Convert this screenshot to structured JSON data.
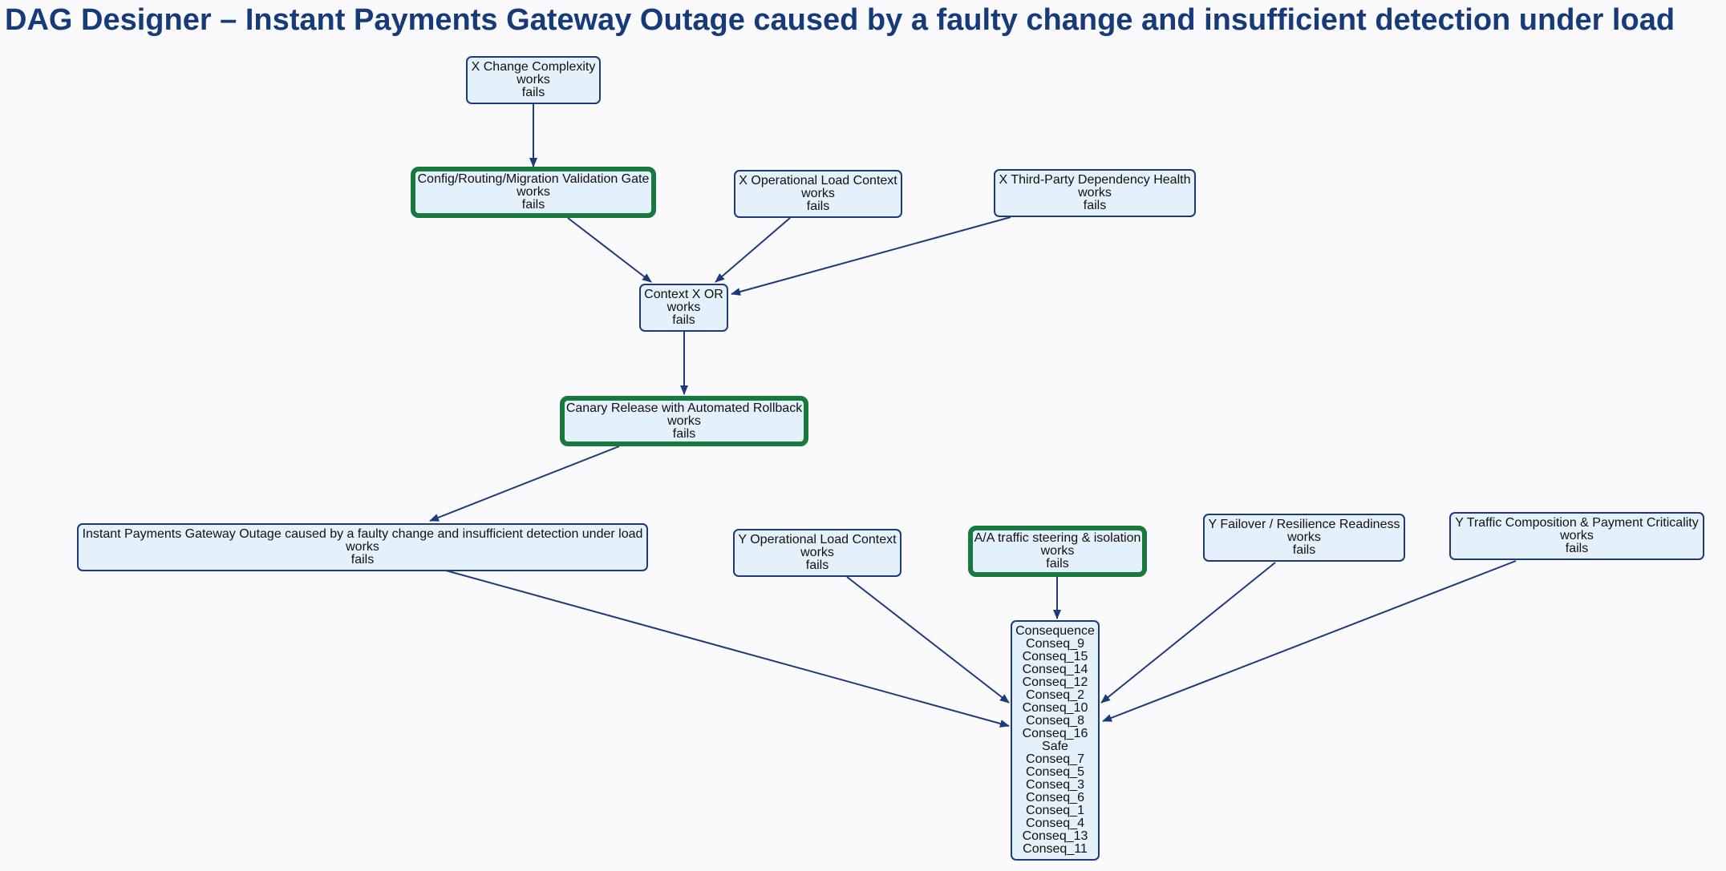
{
  "title": "DAG Designer – Instant Payments Gateway Outage caused by a faulty change and insufficient detection under load",
  "colors": {
    "node_fill": "#e4f1fb",
    "node_border": "#1e3a7a",
    "gate_border": "#18783e",
    "edge": "#1e3a7a",
    "title": "#163a7a"
  },
  "nodes": {
    "x_change": {
      "name": "X Change Complexity",
      "s1": "works",
      "s2": "fails"
    },
    "validation_gate": {
      "name": "Config/Routing/Migration Validation Gate",
      "s1": "works",
      "s2": "fails"
    },
    "x_load": {
      "name": "X Operational Load Context",
      "s1": "works",
      "s2": "fails"
    },
    "x_thirdparty": {
      "name": "X Third-Party Dependency Health",
      "s1": "works",
      "s2": "fails"
    },
    "context_or": {
      "name": "Context X OR",
      "s1": "works",
      "s2": "fails"
    },
    "canary": {
      "name": "Canary Release with Automated Rollback",
      "s1": "works",
      "s2": "fails"
    },
    "outage": {
      "name": "Instant Payments Gateway Outage caused by a faulty change and insufficient detection under load",
      "s1": "works",
      "s2": "fails"
    },
    "y_load": {
      "name": "Y Operational Load Context",
      "s1": "works",
      "s2": "fails"
    },
    "aa_steering": {
      "name": "A/A traffic steering & isolation",
      "s1": "works",
      "s2": "fails"
    },
    "y_failover": {
      "name": "Y Failover / Resilience Readiness",
      "s1": "works",
      "s2": "fails"
    },
    "y_traffic": {
      "name": "Y Traffic Composition & Payment Criticality",
      "s1": "works",
      "s2": "fails"
    },
    "consequence": {
      "name": "Consequence",
      "states": [
        "Conseq_9",
        "Conseq_15",
        "Conseq_14",
        "Conseq_12",
        "Conseq_2",
        "Conseq_10",
        "Conseq_8",
        "Conseq_16",
        "Safe",
        "Conseq_7",
        "Conseq_5",
        "Conseq_3",
        "Conseq_6",
        "Conseq_1",
        "Conseq_4",
        "Conseq_13",
        "Conseq_11"
      ]
    }
  },
  "edges": [
    [
      "x_change",
      "validation_gate"
    ],
    [
      "validation_gate",
      "context_or"
    ],
    [
      "x_load",
      "context_or"
    ],
    [
      "x_thirdparty",
      "context_or"
    ],
    [
      "context_or",
      "canary"
    ],
    [
      "canary",
      "outage"
    ],
    [
      "outage",
      "consequence"
    ],
    [
      "y_load",
      "consequence"
    ],
    [
      "aa_steering",
      "consequence"
    ],
    [
      "y_failover",
      "consequence"
    ],
    [
      "y_traffic",
      "consequence"
    ]
  ]
}
